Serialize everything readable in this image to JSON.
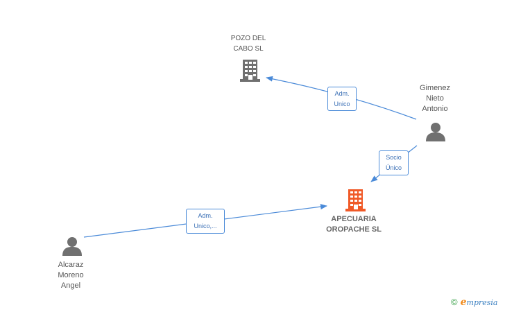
{
  "nodes": {
    "pozo": {
      "label": "POZO DEL\nCABO  SL",
      "type": "company",
      "color": "#707070"
    },
    "apecuaria": {
      "label": "APECUARIA\nOROPACHE SL",
      "type": "company",
      "color": "#f05a28"
    },
    "gimenez": {
      "label": "Gimenez\nNieto\nAntonio",
      "type": "person",
      "color": "#707070"
    },
    "alcaraz": {
      "label": "Alcaraz\nMoreno\nAngel",
      "type": "person",
      "color": "#707070"
    }
  },
  "edges": {
    "gimenez_pozo": {
      "label": "Adm.\nUnico"
    },
    "gimenez_apecuaria": {
      "label": "Socio\nÚnico"
    },
    "alcaraz_apecuaria": {
      "label": "Adm.\nUnico,..."
    }
  },
  "colors": {
    "edge": "#4a8ad8"
  },
  "brand": {
    "copyright": "©",
    "e": "e",
    "rest": "mpresia"
  }
}
